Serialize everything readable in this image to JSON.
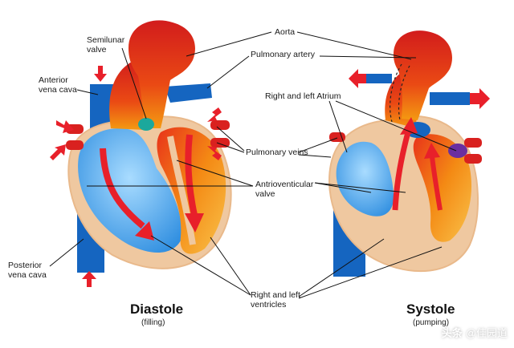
{
  "labels": {
    "aorta": "Aorta",
    "semilunar_valve": "Semilunar\nvalve",
    "pulmonary_artery": "Pulmonary artery",
    "anterior_vena_cava": "Anterior\nvena cava",
    "right_left_atrium": "Right and left Atrium",
    "pulmonary_veins": "Pulmonary veins",
    "antrioventicular_valve": "Antrioventicular\nvalve",
    "posterior_vena_cava": "Posterior\nvena cava",
    "right_left_ventricles": "Right and left\nventricles"
  },
  "phases": {
    "diastole_title": "Diastole",
    "diastole_sub": "(filling)",
    "systole_title": "Systole",
    "systole_sub": "(pumping)"
  },
  "watermark": {
    "logo": "头条",
    "handle": "@佳园道"
  },
  "colors": {
    "blood_red": "#e8202a",
    "vessel_red": "#d9211f",
    "vessel_orange": "#f06a0f",
    "vein_blue": "#1565c0",
    "chamber_blue": "#64b5f6",
    "chamber_orange": "#f7941d",
    "muscle": "#efc8a0"
  }
}
